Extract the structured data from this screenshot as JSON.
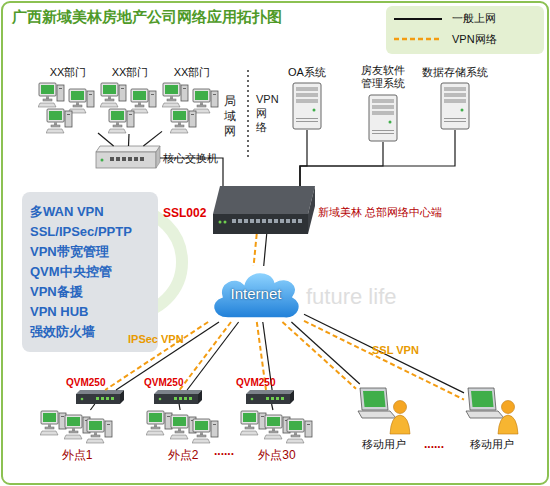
{
  "diagram": {
    "title": "广西新域美林房地产公司网络应用拓扑图",
    "nodes": [
      {
        "text": [
          "XX部门"
        ]
      },
      {
        "text": [
          "XX部门"
        ]
      },
      {
        "text": [
          "XX部门"
        ]
      },
      {
        "text": [
          "核心交换机"
        ]
      },
      {
        "text": [
          "OA系统"
        ]
      },
      {
        "text": [
          "房友软件 管理系统"
        ]
      },
      {
        "text": [
          "数据存储系统"
        ]
      },
      {
        "text": [
          "多WAN VPN",
          "SSL/IPSec/PPTP",
          "VPN带宽管理",
          "QVM中央控管",
          "VPN备援",
          "VPN HUB",
          "强效防火墙"
        ]
      },
      {
        "text": [
          "SSL002",
          "新域美林 总部网络中心端"
        ]
      },
      {
        "text": [
          "Internet"
        ]
      },
      {
        "text": [
          "QVM250"
        ]
      },
      {
        "text": [
          "QVM250"
        ]
      },
      {
        "text": [
          "QVM250"
        ]
      },
      {
        "text": [
          "外点1"
        ]
      },
      {
        "text": [
          "外点2"
        ]
      },
      {
        "text": [
          "外点30"
        ]
      },
      {
        "text": [
          "移动用户"
        ]
      },
      {
        "text": [
          "移动用户"
        ]
      }
    ],
    "edges": [
      {
        "from": 0,
        "to": 3,
        "arrow": "none"
      },
      {
        "from": 1,
        "to": 3,
        "arrow": "none"
      },
      {
        "from": 2,
        "to": 3,
        "arrow": "none"
      },
      {
        "from": 3,
        "to": 8,
        "arrow": "none"
      },
      {
        "from": 8,
        "to": 4,
        "arrow": "none"
      },
      {
        "from": 8,
        "to": 5,
        "arrow": "none"
      },
      {
        "from": 8,
        "to": 6,
        "arrow": "none"
      },
      {
        "from": 8,
        "to": 9,
        "arrow": "none"
      },
      {
        "from": 8,
        "to": 9,
        "arrow": "none"
      },
      {
        "from": 9,
        "to": 10,
        "arrow": "none"
      },
      {
        "from": 9,
        "to": 11,
        "arrow": "none"
      },
      {
        "from": 9,
        "to": 12,
        "arrow": "none"
      },
      {
        "from": 9,
        "to": 16,
        "arrow": "none"
      },
      {
        "from": 9,
        "to": 17,
        "arrow": "none"
      },
      {
        "from": 9,
        "to": 10,
        "label": "IPSec VPN",
        "arrow": "none"
      },
      {
        "from": 9,
        "to": 11,
        "arrow": "none"
      },
      {
        "from": 9,
        "to": 12,
        "arrow": "none"
      },
      {
        "from": 9,
        "to": 16,
        "arrow": "none"
      },
      {
        "from": 9,
        "to": 17,
        "label": "SSL VPN",
        "arrow": "none"
      },
      {
        "from": 10,
        "to": 13,
        "arrow": "none"
      },
      {
        "from": 11,
        "to": 14,
        "arrow": "none"
      },
      {
        "from": 12,
        "to": 15,
        "arrow": "none"
      }
    ],
    "labels": [
      "局域网",
      "VPN网络",
      "......",
      "......",
      "future life"
    ],
    "legend": [
      {
        "text": "一般上网"
      },
      {
        "text": "VPN网络"
      }
    ]
  }
}
